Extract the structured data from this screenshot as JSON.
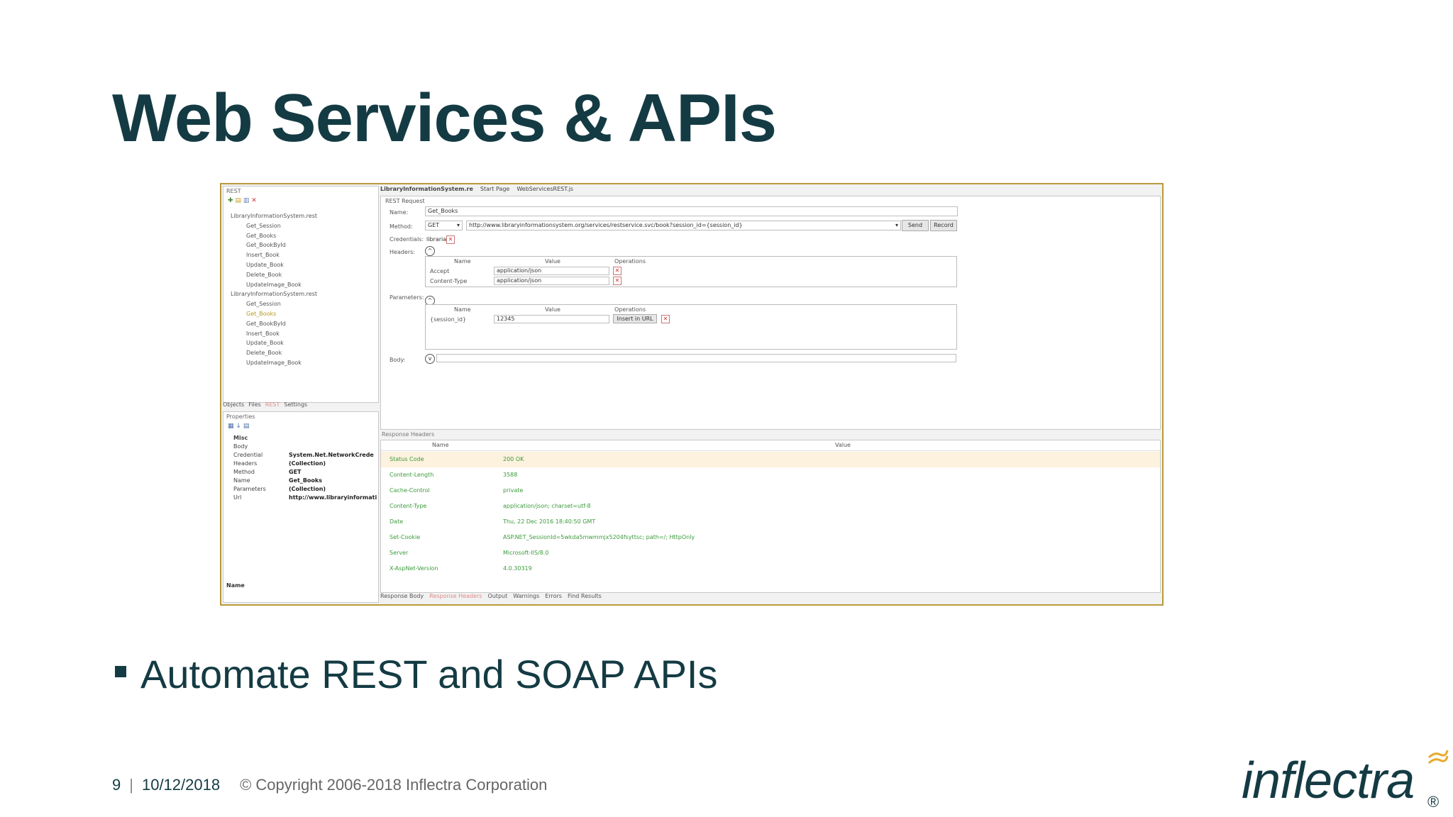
{
  "slide": {
    "title": "Web Services & APIs",
    "bullet": "Automate REST and SOAP APIs",
    "page_number": "9",
    "date": "10/12/2018",
    "copyright": "© Copyright 2006-2018 Inflectra Corporation",
    "logo_text": "inflectra",
    "reg_mark": "®"
  },
  "app": {
    "left_panel_title": "REST",
    "tree": [
      {
        "label": "LibraryInformationSystem.rest",
        "level": "file"
      },
      {
        "label": "Get_Session",
        "level": "op"
      },
      {
        "label": "Get_Books",
        "level": "op"
      },
      {
        "label": "Get_BookById",
        "level": "op"
      },
      {
        "label": "Insert_Book",
        "level": "op"
      },
      {
        "label": "Update_Book",
        "level": "op"
      },
      {
        "label": "Delete_Book",
        "level": "op"
      },
      {
        "label": "UpdateImage_Book",
        "level": "op"
      },
      {
        "label": "LibraryInformationSystem.rest",
        "level": "file"
      },
      {
        "label": "Get_Session",
        "level": "op"
      },
      {
        "label": "Get_Books",
        "level": "op",
        "selected": true
      },
      {
        "label": "Get_BookById",
        "level": "op"
      },
      {
        "label": "Insert_Book",
        "level": "op"
      },
      {
        "label": "Update_Book",
        "level": "op"
      },
      {
        "label": "Delete_Book",
        "level": "op"
      },
      {
        "label": "UpdateImage_Book",
        "level": "op"
      }
    ],
    "left_tabs": [
      "Objects",
      "Files",
      "REST",
      "Settings"
    ],
    "properties_label": "Properties",
    "properties": [
      {
        "key": "Misc",
        "value": ""
      },
      {
        "key": "Body",
        "value": ""
      },
      {
        "key": "Credential",
        "value": "System.Net.NetworkCrede"
      },
      {
        "key": "Headers",
        "value": "(Collection)"
      },
      {
        "key": "Method",
        "value": "GET"
      },
      {
        "key": "Name",
        "value": "Get_Books"
      },
      {
        "key": "Parameters",
        "value": "(Collection)"
      },
      {
        "key": "Url",
        "value": "http://www.libraryinformati"
      }
    ],
    "properties_footer": "Name",
    "main_tabs": [
      "LibraryInformationSystem.re",
      "Start Page",
      "WebServicesREST.js"
    ],
    "rest_request_label": "REST Request",
    "name_label": "Name:",
    "name_value": "Get_Books",
    "method_label": "Method:",
    "method_value": "GET",
    "url_value": "http://www.libraryinformationsystem.org/services/restservice.svc/book?session_id={session_id}",
    "send_label": "Send",
    "record_label": "Record",
    "credentials_label": "Credentials:",
    "credentials_value": "librarian",
    "headers_label": "Headers:",
    "headers_cols": [
      "Name",
      "Value",
      "Operations"
    ],
    "headers_rows": [
      {
        "name": "Accept",
        "value": "application/json"
      },
      {
        "name": "Content-Type",
        "value": "application/json"
      }
    ],
    "parameters_label": "Parameters:",
    "params_cols": [
      "Name",
      "Value",
      "Operations"
    ],
    "params_rows": [
      {
        "name": "{session_id}",
        "value": "12345",
        "op": "Insert in URL"
      }
    ],
    "body_label": "Body:",
    "response_headers_label": "Response Headers",
    "response_cols": [
      "Name",
      "Value"
    ],
    "response_rows": [
      {
        "name": "Status Code",
        "value": "200 OK"
      },
      {
        "name": "Content-Length",
        "value": "3588"
      },
      {
        "name": "Cache-Control",
        "value": "private"
      },
      {
        "name": "Content-Type",
        "value": "application/json; charset=utf-8"
      },
      {
        "name": "Date",
        "value": "Thu, 22 Dec 2016 18:40:50 GMT"
      },
      {
        "name": "Set-Cookie",
        "value": "ASP.NET_SessionId=5wkda5mwmmjx5204fsyttsc; path=/; HttpOnly"
      },
      {
        "name": "Server",
        "value": "Microsoft-IIS/8.0"
      },
      {
        "name": "X-AspNet-Version",
        "value": "4.0.30319"
      }
    ],
    "bottom_tabs": [
      "Response Body",
      "Response Headers",
      "Output",
      "Warnings",
      "Errors",
      "Find Results"
    ]
  }
}
